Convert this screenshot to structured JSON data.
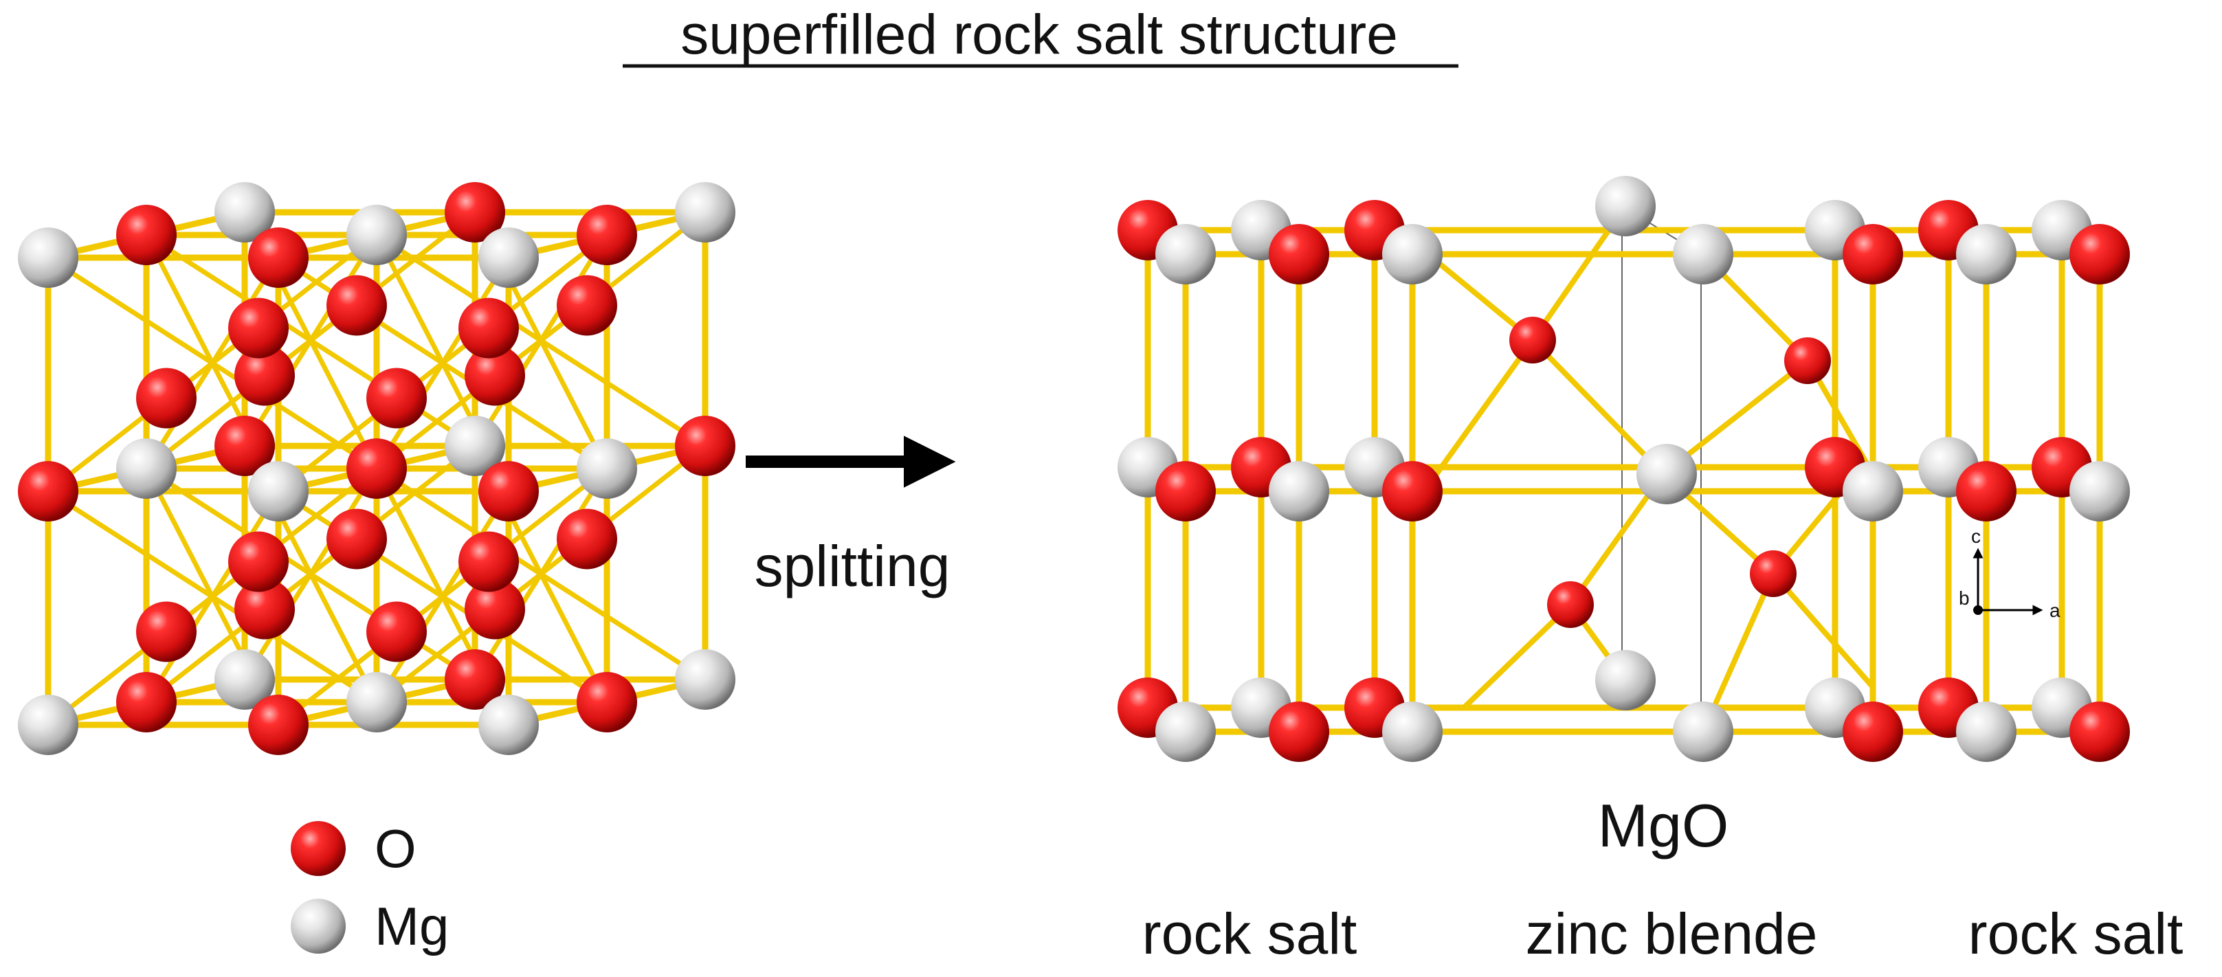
{
  "title": "superfilled rock salt structure",
  "arrow_label": "splitting",
  "legend": {
    "items": [
      {
        "label": "O",
        "color": "#e81919"
      },
      {
        "label": "Mg",
        "color": "#d8d8d8"
      }
    ]
  },
  "right_structure": {
    "formula": "MgO",
    "regions": [
      "rock salt",
      "zinc blende",
      "rock salt"
    ]
  },
  "axes_indicator": {
    "c": "c",
    "b": "b",
    "a": "a"
  },
  "colors": {
    "bond": "#f2c800",
    "oxygen": "#e81919",
    "magnesium": "#d8d8d8"
  }
}
